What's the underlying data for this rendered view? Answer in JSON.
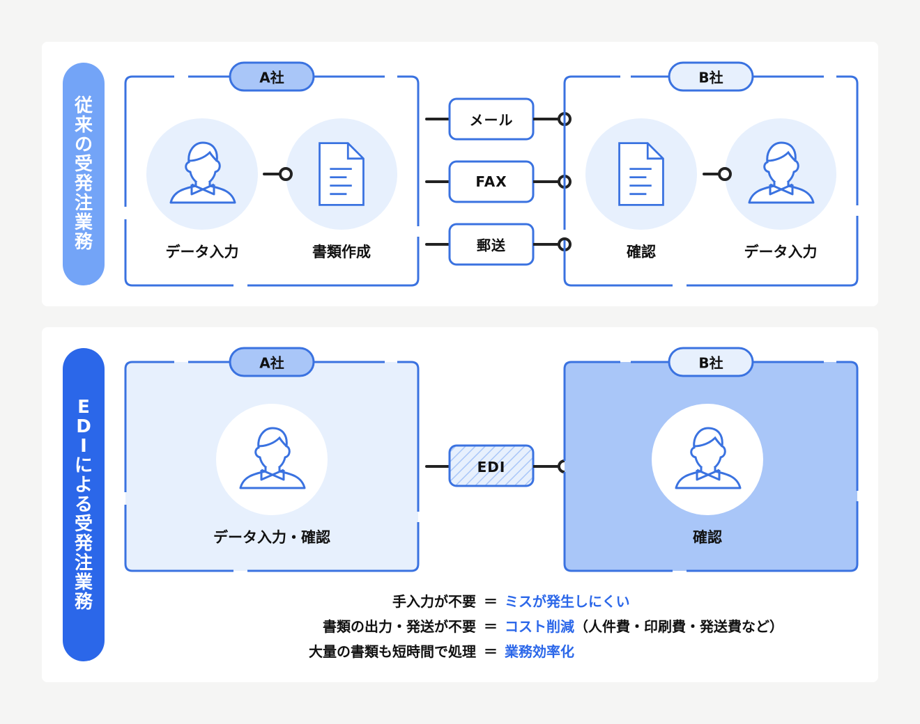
{
  "colors": {
    "accent": "#2b67e9",
    "accent_light": "#73a4f7",
    "box_stroke": "#3a72e0",
    "pill_fill_a": "#a9c6f8",
    "pill_fill_b": "#e7f0fd",
    "circle_fill": "#e7f0fd",
    "b_box_fill": "#a9c6f8",
    "connector": "#222222",
    "background": "#f5f5f4"
  },
  "traditional": {
    "side_label": [
      "従",
      "来",
      "の",
      "受",
      "発",
      "注",
      "業",
      "務"
    ],
    "company_a": {
      "name": "A社",
      "steps": [
        {
          "icon": "person-icon",
          "label": "データ入力"
        },
        {
          "icon": "document-icon",
          "label": "書類作成"
        }
      ]
    },
    "channels": [
      "メール",
      "FAX",
      "郵送"
    ],
    "company_b": {
      "name": "B社",
      "steps": [
        {
          "icon": "document-icon",
          "label": "確認"
        },
        {
          "icon": "person-icon",
          "label": "データ入力"
        }
      ]
    }
  },
  "edi": {
    "side_label": [
      "E",
      "D",
      "I",
      "に",
      "よ",
      "る",
      "受",
      "発",
      "注",
      "業",
      "務"
    ],
    "company_a": {
      "name": "A社",
      "steps": [
        {
          "icon": "person-icon",
          "label": "データ入力・確認"
        }
      ]
    },
    "channel": "EDI",
    "company_b": {
      "name": "B社",
      "steps": [
        {
          "icon": "person-icon",
          "label": "確認"
        }
      ]
    }
  },
  "benefits": [
    {
      "cause": "手入力が不要",
      "eq": "＝",
      "effect": "ミスが発生しにくい",
      "note": ""
    },
    {
      "cause": "書類の出力・発送が不要",
      "eq": "＝",
      "effect": "コスト削減",
      "note": "（人件費・印刷費・発送費など）"
    },
    {
      "cause": "大量の書類も短時間で処理",
      "eq": "＝",
      "effect": "業務効率化",
      "note": ""
    }
  ]
}
